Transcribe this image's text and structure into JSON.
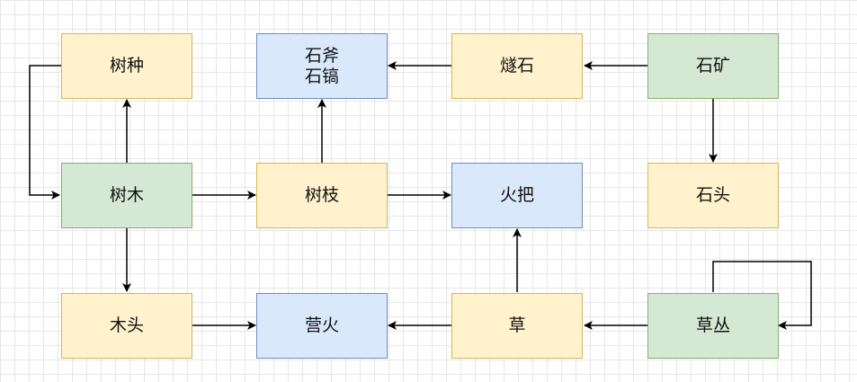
{
  "colors": {
    "yellow_fill": "#fff2cc",
    "yellow_stroke": "#d6b656",
    "green_fill": "#d5e8d4",
    "green_stroke": "#82b366",
    "blue_fill": "#dae8fc",
    "blue_stroke": "#6c8ebf",
    "edge": "#000000"
  },
  "nodes": {
    "tree_seed": {
      "label": "树种",
      "color": "yellow"
    },
    "stone_tools": {
      "line1": "石斧",
      "line2": "石镐",
      "color": "blue"
    },
    "flint": {
      "label": "燧石",
      "color": "yellow"
    },
    "stone_ore": {
      "label": "石矿",
      "color": "green"
    },
    "tree": {
      "label": "树木",
      "color": "green"
    },
    "branch": {
      "label": "树枝",
      "color": "yellow"
    },
    "torch": {
      "label": "火把",
      "color": "blue"
    },
    "stone": {
      "label": "石头",
      "color": "yellow"
    },
    "wood": {
      "label": "木头",
      "color": "yellow"
    },
    "campfire": {
      "label": "营火",
      "color": "blue"
    },
    "grass": {
      "label": "草",
      "color": "yellow"
    },
    "grass_bush": {
      "label": "草丛",
      "color": "green"
    }
  },
  "edges": [
    {
      "from": "树木",
      "to": "树种"
    },
    {
      "from": "树种",
      "to": "树木"
    },
    {
      "from": "树木",
      "to": "树枝"
    },
    {
      "from": "树木",
      "to": "木头"
    },
    {
      "from": "树枝",
      "to": "石斧 石镐"
    },
    {
      "from": "树枝",
      "to": "火把"
    },
    {
      "from": "燧石",
      "to": "石斧 石镐"
    },
    {
      "from": "石矿",
      "to": "燧石"
    },
    {
      "from": "石矿",
      "to": "石头"
    },
    {
      "from": "木头",
      "to": "营火"
    },
    {
      "from": "草",
      "to": "营火"
    },
    {
      "from": "草",
      "to": "火把"
    },
    {
      "from": "草丛",
      "to": "草"
    },
    {
      "from": "草丛",
      "to": "草丛"
    }
  ]
}
